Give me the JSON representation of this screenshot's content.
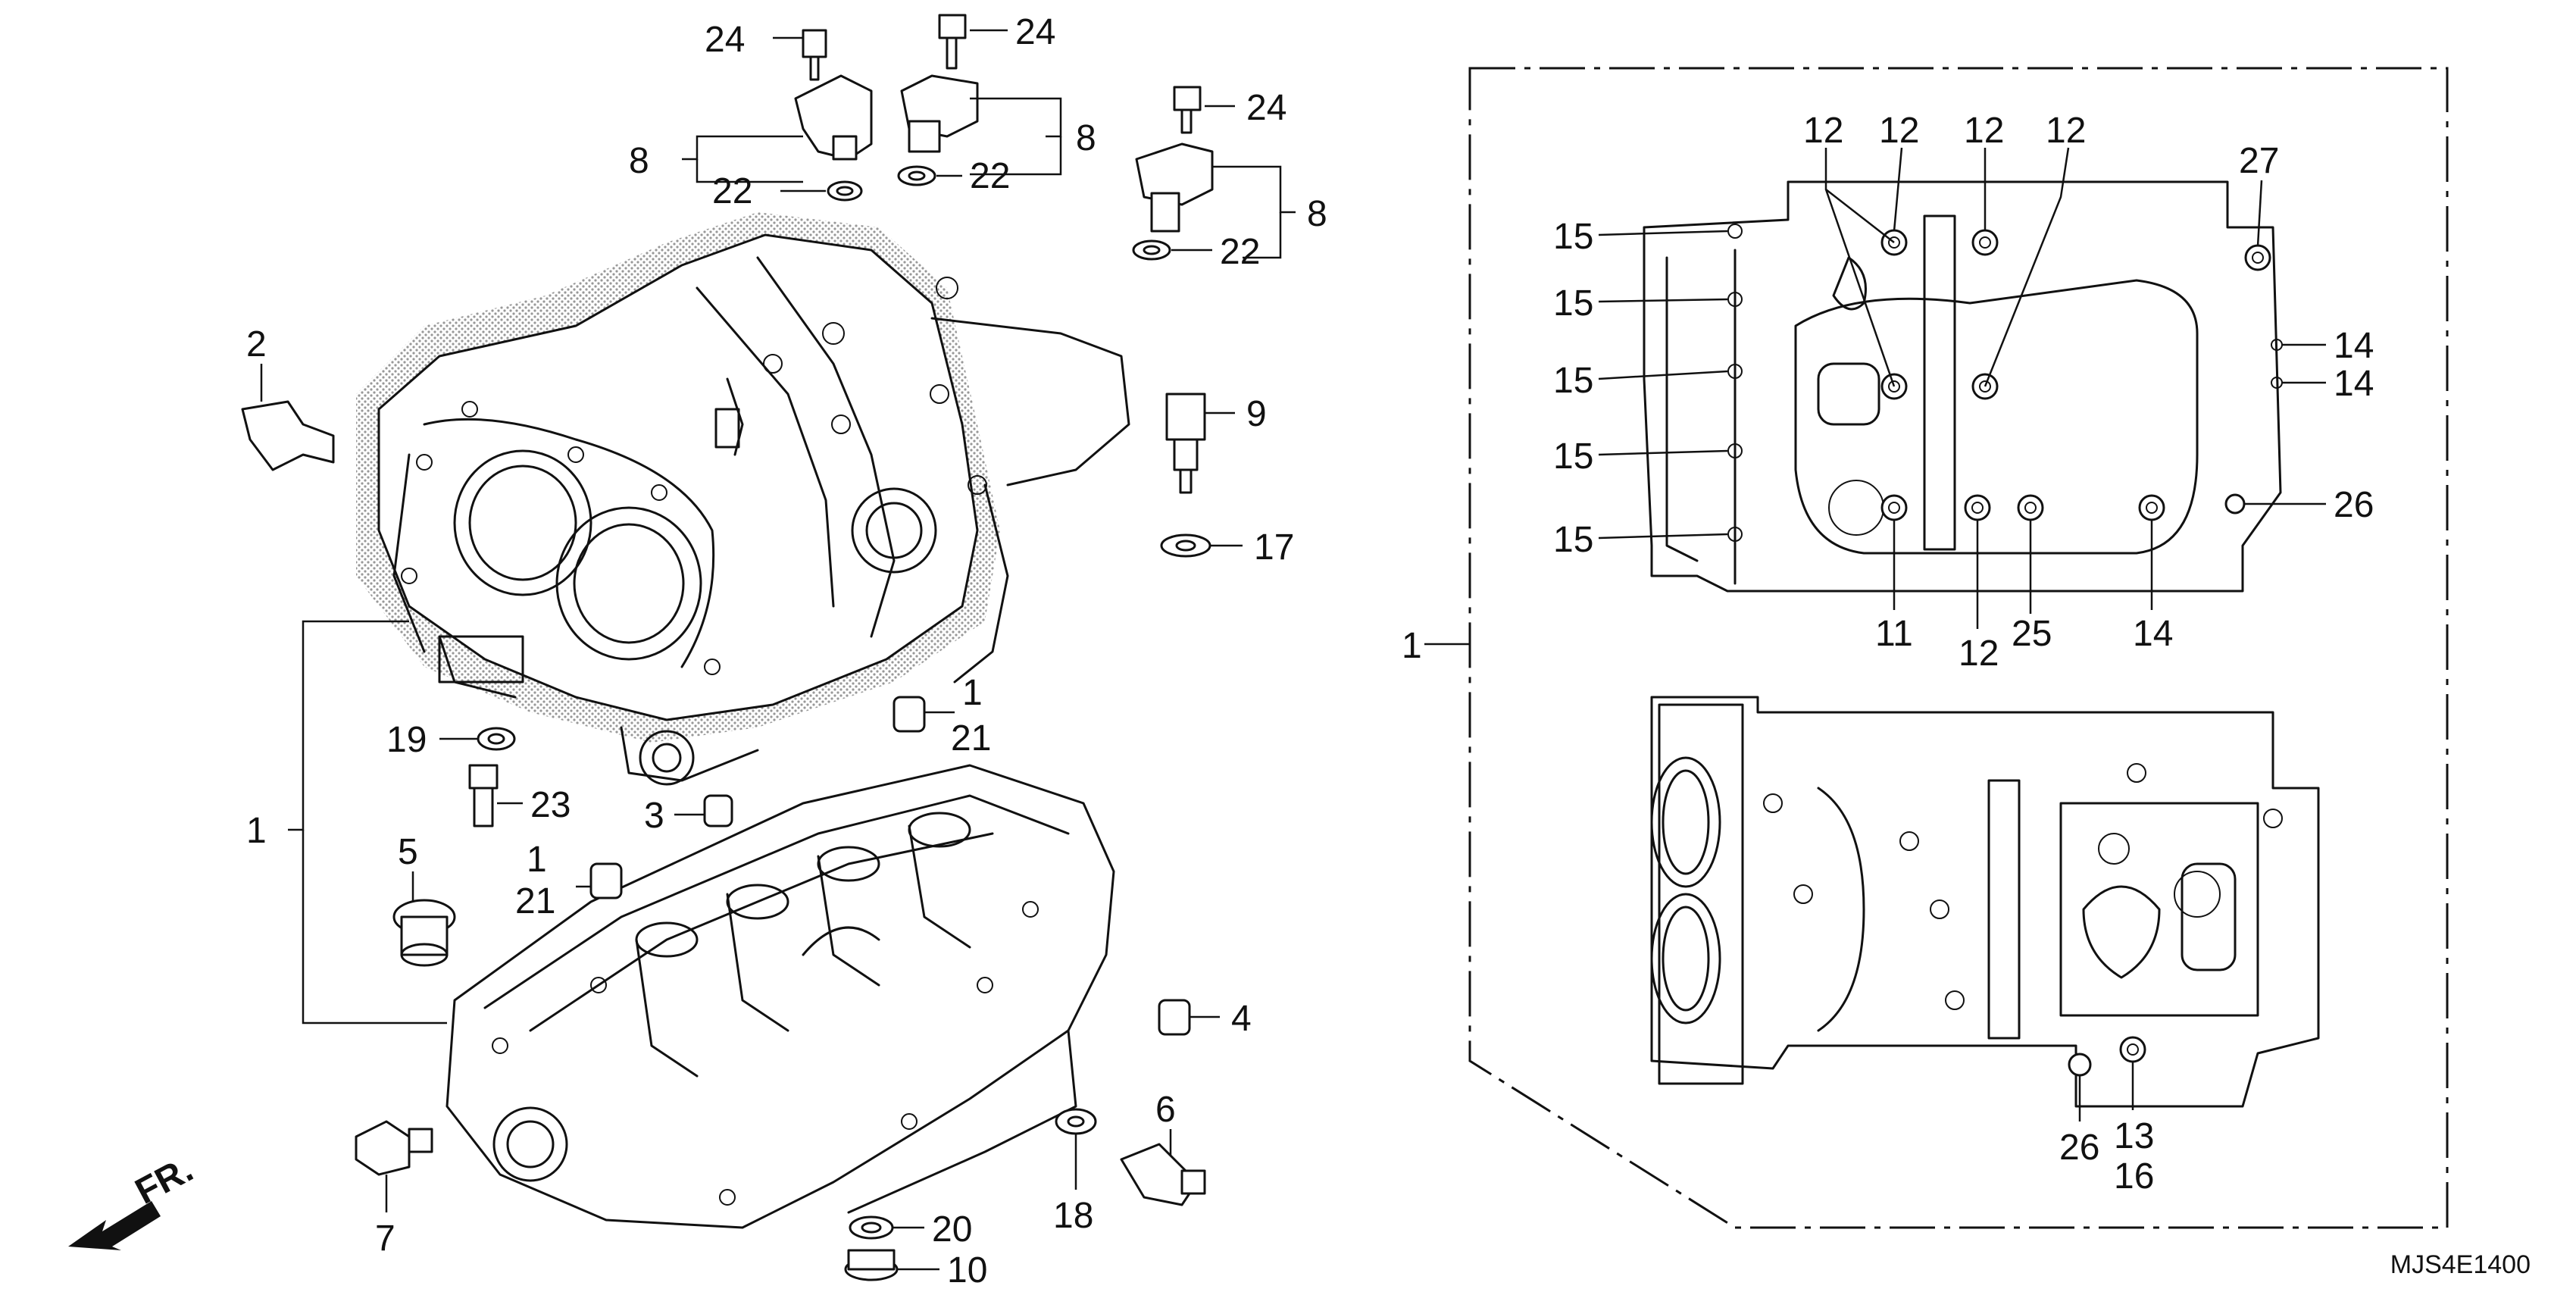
{
  "diagram": {
    "code": "MJS4E1400",
    "front_marker": "FR.",
    "callouts": {
      "c24a": "24",
      "c24b": "24",
      "c24c": "24",
      "c8a": "8",
      "c8b": "8",
      "c8c": "8",
      "c22a": "22",
      "c22b": "22",
      "c22c": "22",
      "c2": "2",
      "c9": "9",
      "c17": "17",
      "c1a": "1",
      "c21a": "21",
      "c19": "19",
      "c23": "23",
      "c3": "3",
      "c1b": "1",
      "c5": "5",
      "c1c": "1",
      "c21b": "21",
      "c4": "4",
      "c6": "6",
      "c7": "7",
      "c18": "18",
      "c20": "20",
      "c10": "10",
      "c1d": "1",
      "u12a": "12",
      "u12b": "12",
      "u12c": "12",
      "u12d": "12",
      "u27": "27",
      "u15a": "15",
      "u15b": "15",
      "u15c": "15",
      "u15d": "15",
      "u15e": "15",
      "u14a": "14",
      "u14b": "14",
      "u26": "26",
      "u11": "11",
      "u12e": "12",
      "u25": "25",
      "u14c": "14",
      "l26": "26",
      "l13": "13",
      "l16": "16"
    }
  }
}
